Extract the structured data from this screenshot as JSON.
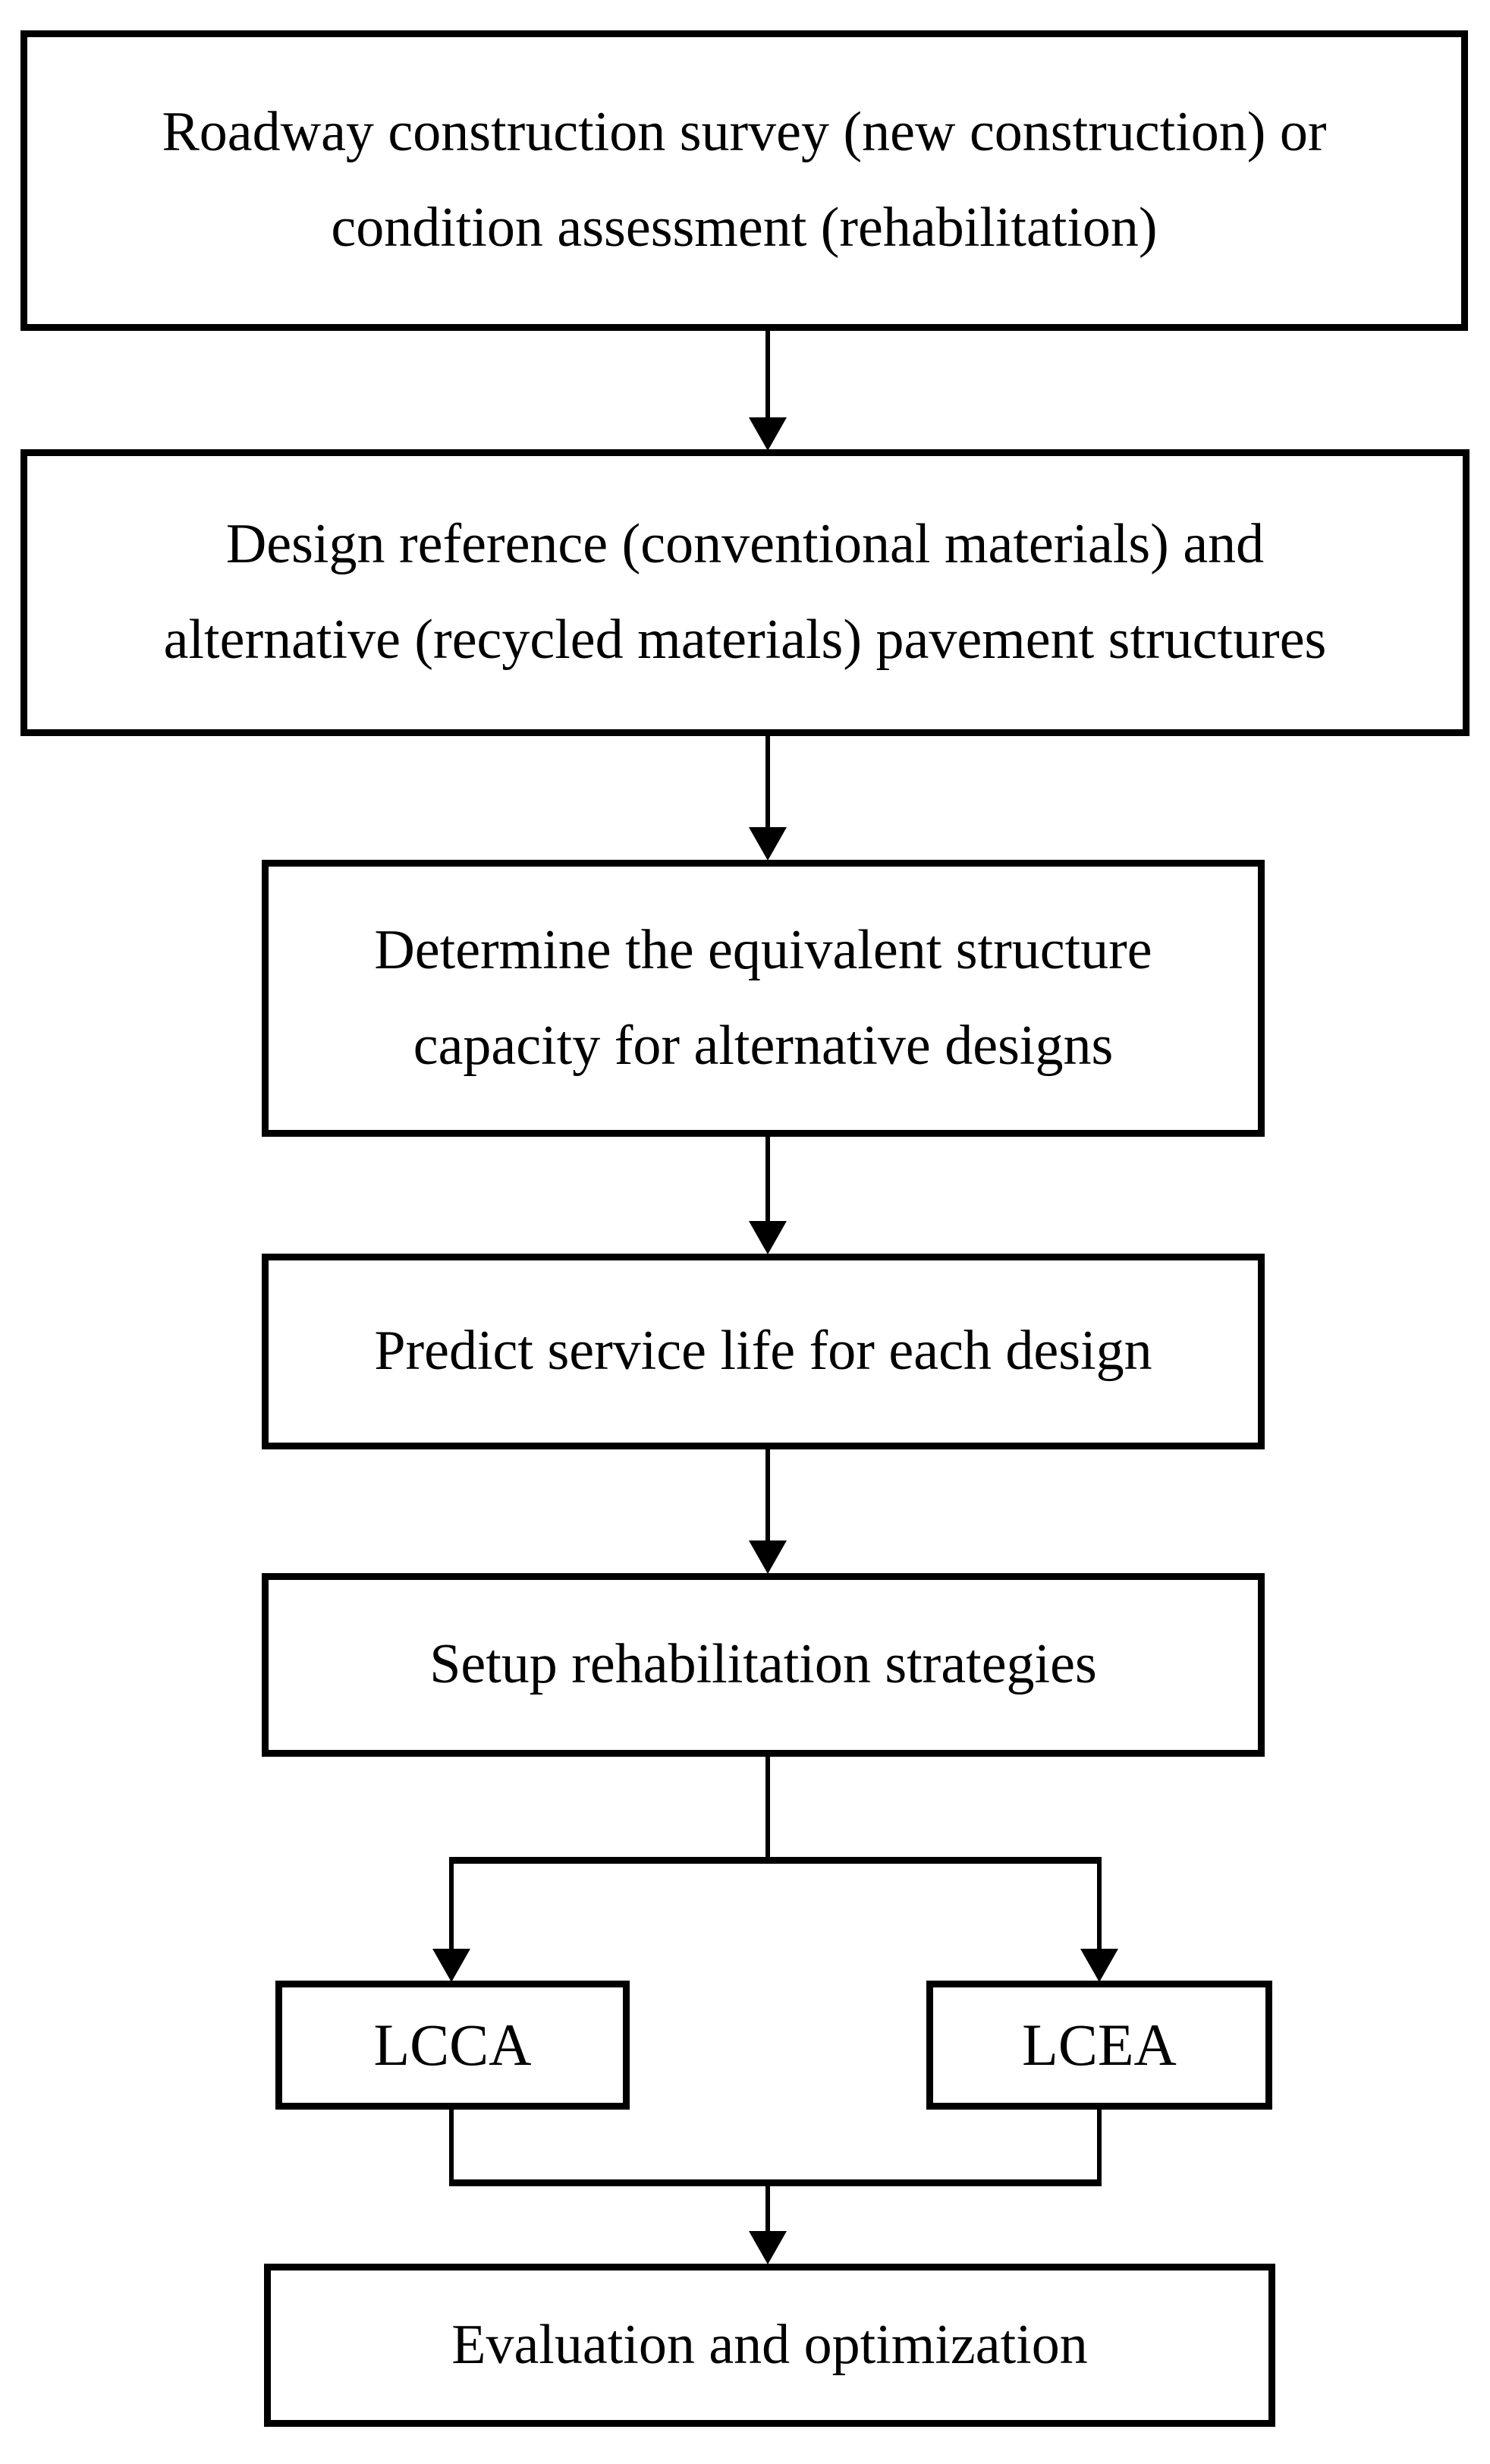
{
  "diagram": {
    "type": "flowchart",
    "direction": "top-down",
    "colors": {
      "background": "#ffffff",
      "node_fill": "#ffffff",
      "node_border": "#000000",
      "text": "#000000",
      "connector": "#000000"
    },
    "nodes": {
      "survey": {
        "label": "Roadway construction survey (new construction) or\ncondition assessment (rehabilitation)"
      },
      "design": {
        "label": "Design reference (conventional materials) and\nalternative (recycled materials) pavement structures"
      },
      "capacity": {
        "label": "Determine the equivalent structure\ncapacity for alternative designs"
      },
      "service_life": {
        "label": "Predict service life for each design"
      },
      "strategies": {
        "label": "Setup rehabilitation strategies"
      },
      "lcca": {
        "label": "LCCA"
      },
      "lcea": {
        "label": "LCEA"
      },
      "evaluation": {
        "label": "Evaluation and optimization"
      }
    },
    "edges": [
      {
        "from": "survey",
        "to": "design"
      },
      {
        "from": "design",
        "to": "capacity"
      },
      {
        "from": "capacity",
        "to": "service_life"
      },
      {
        "from": "service_life",
        "to": "strategies"
      },
      {
        "from": "strategies",
        "to": "lcca"
      },
      {
        "from": "strategies",
        "to": "lcea"
      },
      {
        "from": "lcca",
        "to": "evaluation"
      },
      {
        "from": "lcea",
        "to": "evaluation"
      }
    ]
  }
}
